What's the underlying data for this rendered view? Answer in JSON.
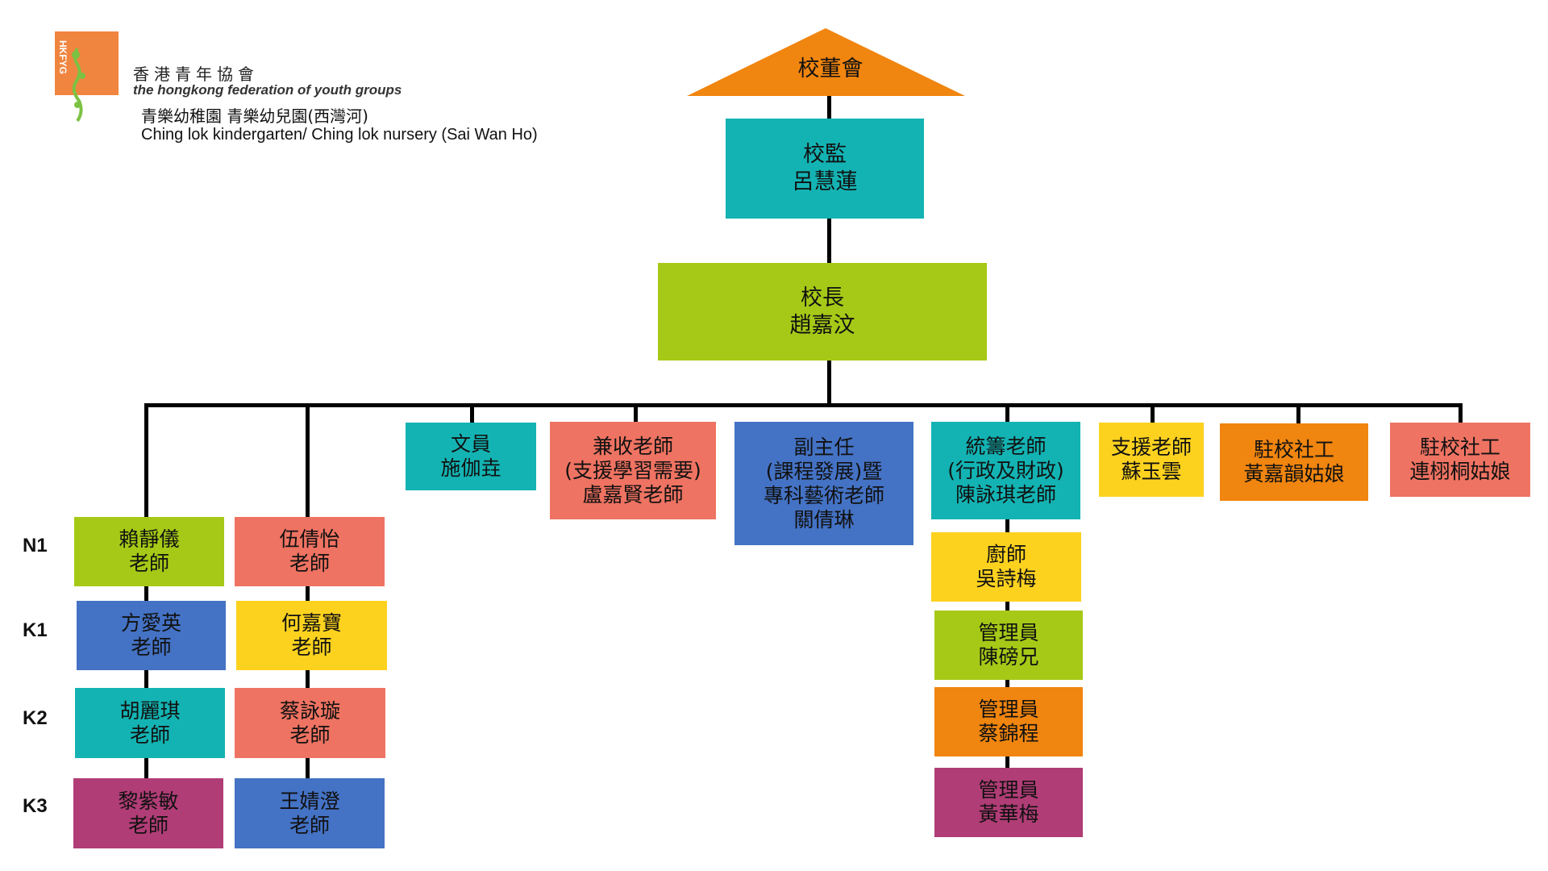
{
  "header": {
    "logo_text": "HKFYG",
    "org_name_cn": "香港青年協會",
    "org_name_en": "the hongkong federation of youth groups",
    "school_cn": "青樂幼稚園 青樂幼兒園(西灣河)",
    "school_en": "Ching lok kindergarten/ Ching lok nursery (Sai Wan Ho)"
  },
  "colors": {
    "orange": "#f0850f",
    "teal": "#14b3b3",
    "green": "#a6c917",
    "coral": "#ef7362",
    "blue": "#4472c4",
    "yellow": "#fdd21f",
    "purple": "#b03d76"
  },
  "chart": {
    "board": "校董會",
    "supervisor": [
      "校監",
      "呂慧蓮"
    ],
    "principal": [
      "校長",
      "趙嘉汶"
    ],
    "staff": {
      "clerk": [
        "文員",
        "施伽垚"
      ],
      "part_time": [
        "兼收老師",
        "(支援學習需要)",
        "盧嘉賢老師"
      ],
      "vice_principal": [
        "副主任",
        "(課程發展)暨",
        "專科藝術老師",
        "關倩琳"
      ],
      "coordinator": [
        "統籌老師",
        "(行政及財政)",
        "陳詠琪老師"
      ],
      "support": [
        "支援老師",
        "蘇玉雲"
      ],
      "social_worker_1": [
        "駐校社工",
        "黃嘉韻姑娘"
      ],
      "social_worker_2": [
        "駐校社工",
        "連栩桐姑娘"
      ]
    },
    "levels": [
      "N1",
      "K1",
      "K2",
      "K3"
    ],
    "teachers_col1": [
      [
        "賴靜儀",
        "老師"
      ],
      [
        "方愛英",
        "老師"
      ],
      [
        "胡麗琪",
        "老師"
      ],
      [
        "黎紫敏",
        "老師"
      ]
    ],
    "teachers_col2": [
      [
        "伍倩怡",
        "老師"
      ],
      [
        "何嘉寶",
        "老師"
      ],
      [
        "蔡詠璇",
        "老師"
      ],
      [
        "王婧澄",
        "老師"
      ]
    ],
    "support_staff": [
      [
        "廚師",
        "吳詩梅"
      ],
      [
        "管理員",
        "陳磅兄"
      ],
      [
        "管理員",
        "蔡錦程"
      ],
      [
        "管理員",
        "黃華梅"
      ]
    ]
  }
}
